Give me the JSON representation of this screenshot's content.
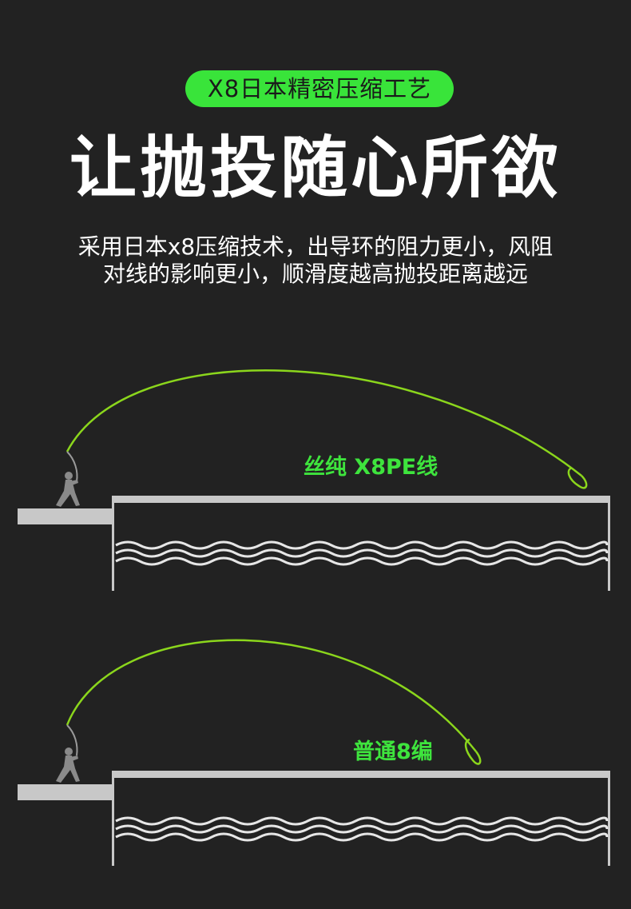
{
  "header": {
    "badge": "X8日本精密压缩工艺",
    "headline": "让抛投随心所欲",
    "description_lines": [
      "采用日本x8压缩技术，出导环的阻力更小，风阻",
      "对线的影响更小，顺滑度越高抛投距离越远"
    ]
  },
  "scenes": [
    {
      "label": "丝纯 X8PE线"
    },
    {
      "label": "普通8编"
    }
  ],
  "colors": {
    "background": "#222222",
    "accent_green": "#39e43a",
    "line_green": "#8bd61c",
    "platform_gray": "#c8c8c8",
    "angler_gray": "#8a8a8a"
  }
}
